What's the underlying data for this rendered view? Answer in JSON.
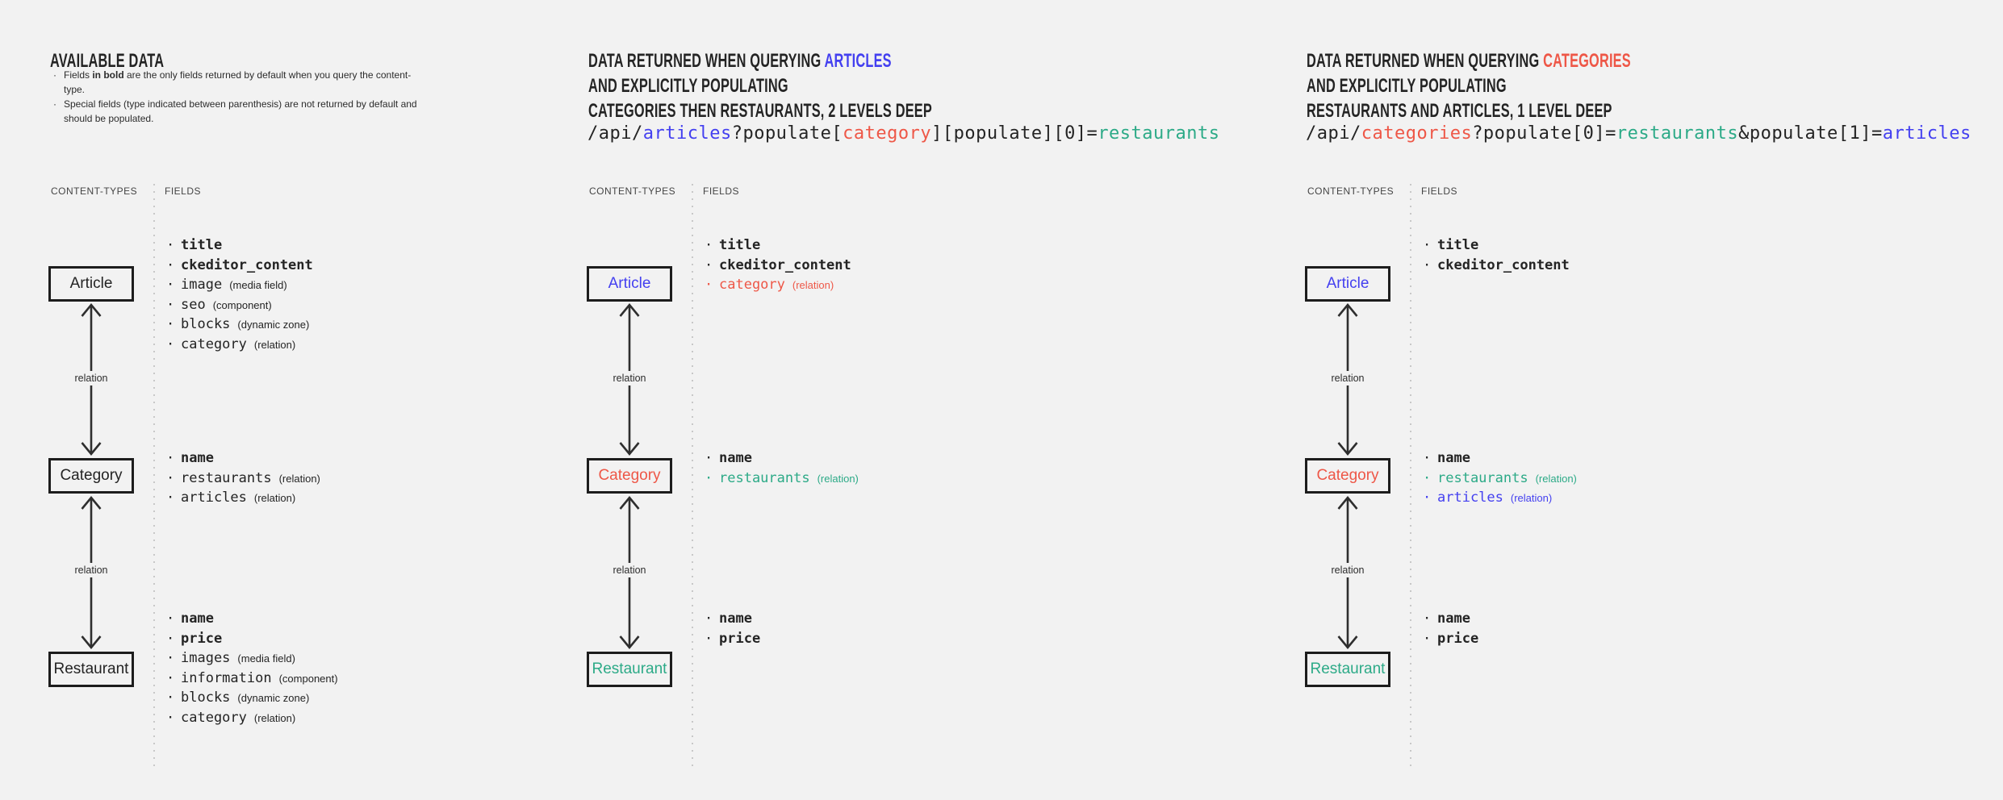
{
  "colors": {
    "dark": "#242424",
    "blue": "#4440f0",
    "red": "#ee5747",
    "teal": "#2caa87",
    "arrow": "#2e2e2e",
    "box_border": "#1d1d1d",
    "divider": "#c8c8c8",
    "background": "#f2f2f2"
  },
  "columns": [
    {
      "id": "available-data",
      "title_lines": [
        [
          {
            "text": "AVAILABLE DATA",
            "color": "dark"
          }
        ]
      ],
      "notes": [
        {
          "segments": [
            {
              "text": "Fields ",
              "bold": false
            },
            {
              "text": "in bold",
              "bold": true
            },
            {
              "text": " are the only fields returned by default when you query the content-type.",
              "bold": false
            }
          ]
        },
        {
          "segments": [
            {
              "text": "Special fields (type indicated between parenthesis) are not returned by default and should be populated.",
              "bold": false
            }
          ]
        }
      ],
      "code_segments": null,
      "labels": {
        "content_types": "CONTENT-TYPES",
        "fields": "FIELDS"
      },
      "relation_label": "relation",
      "nodes": [
        {
          "name": "Article",
          "color": "dark",
          "fields": [
            {
              "name": "title",
              "bold": true,
              "color": "dark",
              "type": ""
            },
            {
              "name": "ckeditor_content",
              "bold": true,
              "color": "dark",
              "type": ""
            },
            {
              "name": "image",
              "bold": false,
              "color": "dark",
              "type": "(media field)"
            },
            {
              "name": "seo",
              "bold": false,
              "color": "dark",
              "type": "(component)"
            },
            {
              "name": "blocks",
              "bold": false,
              "color": "dark",
              "type": "(dynamic zone)"
            },
            {
              "name": "category",
              "bold": false,
              "color": "dark",
              "type": "(relation)"
            }
          ]
        },
        {
          "name": "Category",
          "color": "dark",
          "fields": [
            {
              "name": "name",
              "bold": true,
              "color": "dark",
              "type": ""
            },
            {
              "name": "restaurants",
              "bold": false,
              "color": "dark",
              "type": "(relation)"
            },
            {
              "name": "articles",
              "bold": false,
              "color": "dark",
              "type": "(relation)"
            }
          ]
        },
        {
          "name": "Restaurant",
          "color": "dark",
          "fields": [
            {
              "name": "name",
              "bold": true,
              "color": "dark",
              "type": ""
            },
            {
              "name": "price",
              "bold": true,
              "color": "dark",
              "type": ""
            },
            {
              "name": "images",
              "bold": false,
              "color": "dark",
              "type": "(media field)"
            },
            {
              "name": "information",
              "bold": false,
              "color": "dark",
              "type": "(component)"
            },
            {
              "name": "blocks",
              "bold": false,
              "color": "dark",
              "type": "(dynamic zone)"
            },
            {
              "name": "category",
              "bold": false,
              "color": "dark",
              "type": "(relation)"
            }
          ]
        }
      ]
    },
    {
      "id": "query-articles",
      "title_lines": [
        [
          {
            "text": "DATA RETURNED WHEN QUERYING ",
            "color": "dark"
          },
          {
            "text": "ARTICLES",
            "color": "blue"
          }
        ],
        [
          {
            "text": "AND EXPLICITLY POPULATING",
            "color": "dark"
          }
        ],
        [
          {
            "text": "CATEGORIES THEN RESTAURANTS, 2 LEVELS DEEP",
            "color": "dark"
          }
        ]
      ],
      "notes": null,
      "code_segments": [
        {
          "text": "/api/",
          "color": "dark"
        },
        {
          "text": "articles",
          "color": "blue"
        },
        {
          "text": "?populate[",
          "color": "dark"
        },
        {
          "text": "category",
          "color": "red"
        },
        {
          "text": "][populate][0]=",
          "color": "dark"
        },
        {
          "text": "restaurants",
          "color": "teal"
        }
      ],
      "labels": {
        "content_types": "CONTENT-TYPES",
        "fields": "FIELDS"
      },
      "relation_label": "relation",
      "nodes": [
        {
          "name": "Article",
          "color": "blue",
          "fields": [
            {
              "name": "title",
              "bold": true,
              "color": "dark",
              "type": ""
            },
            {
              "name": "ckeditor_content",
              "bold": true,
              "color": "dark",
              "type": ""
            },
            {
              "name": "category",
              "bold": false,
              "color": "red",
              "type": "(relation)"
            }
          ]
        },
        {
          "name": "Category",
          "color": "red",
          "fields": [
            {
              "name": "name",
              "bold": true,
              "color": "dark",
              "type": ""
            },
            {
              "name": "restaurants",
              "bold": false,
              "color": "teal",
              "type": "(relation)"
            }
          ]
        },
        {
          "name": "Restaurant",
          "color": "teal",
          "fields": [
            {
              "name": "name",
              "bold": true,
              "color": "dark",
              "type": ""
            },
            {
              "name": "price",
              "bold": true,
              "color": "dark",
              "type": ""
            }
          ]
        }
      ]
    },
    {
      "id": "query-categories",
      "title_lines": [
        [
          {
            "text": "DATA RETURNED WHEN QUERYING ",
            "color": "dark"
          },
          {
            "text": "CATEGORIES",
            "color": "red"
          }
        ],
        [
          {
            "text": "AND EXPLICITLY POPULATING",
            "color": "dark"
          }
        ],
        [
          {
            "text": "RESTAURANTS AND ARTICLES, 1 LEVEL DEEP",
            "color": "dark"
          }
        ]
      ],
      "notes": null,
      "code_segments": [
        {
          "text": "/api/",
          "color": "dark"
        },
        {
          "text": "categories",
          "color": "red"
        },
        {
          "text": "?populate[0]=",
          "color": "dark"
        },
        {
          "text": "restaurants",
          "color": "teal"
        },
        {
          "text": "&populate[1]=",
          "color": "dark"
        },
        {
          "text": "articles",
          "color": "blue"
        }
      ],
      "labels": {
        "content_types": "CONTENT-TYPES",
        "fields": "FIELDS"
      },
      "relation_label": "relation",
      "nodes": [
        {
          "name": "Article",
          "color": "blue",
          "fields": [
            {
              "name": "title",
              "bold": true,
              "color": "dark",
              "type": ""
            },
            {
              "name": "ckeditor_content",
              "bold": true,
              "color": "dark",
              "type": ""
            }
          ]
        },
        {
          "name": "Category",
          "color": "red",
          "fields": [
            {
              "name": "name",
              "bold": true,
              "color": "dark",
              "type": ""
            },
            {
              "name": "restaurants",
              "bold": false,
              "color": "teal",
              "type": "(relation)"
            },
            {
              "name": "articles",
              "bold": false,
              "color": "blue",
              "type": "(relation)"
            }
          ]
        },
        {
          "name": "Restaurant",
          "color": "teal",
          "fields": [
            {
              "name": "name",
              "bold": true,
              "color": "dark",
              "type": ""
            },
            {
              "name": "price",
              "bold": true,
              "color": "dark",
              "type": ""
            }
          ]
        }
      ]
    }
  ]
}
